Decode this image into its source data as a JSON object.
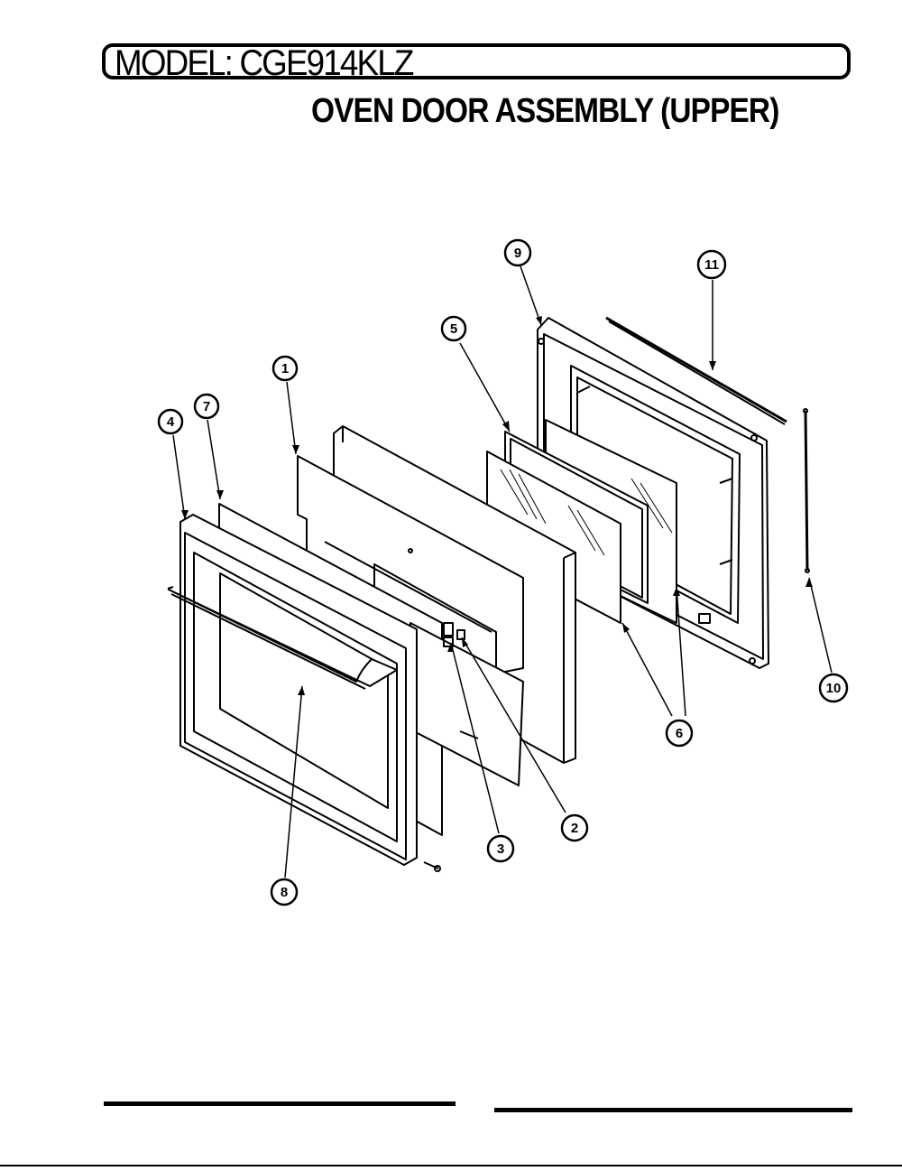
{
  "header": {
    "model_prefix": "MODEL:",
    "model_number": "CGE914KLZ",
    "title": "OVEN DOOR ASSEMBLY (UPPER)"
  },
  "callouts": [
    "1",
    "2",
    "3",
    "4",
    "5",
    "6",
    "7",
    "8",
    "9",
    "10",
    "11"
  ]
}
